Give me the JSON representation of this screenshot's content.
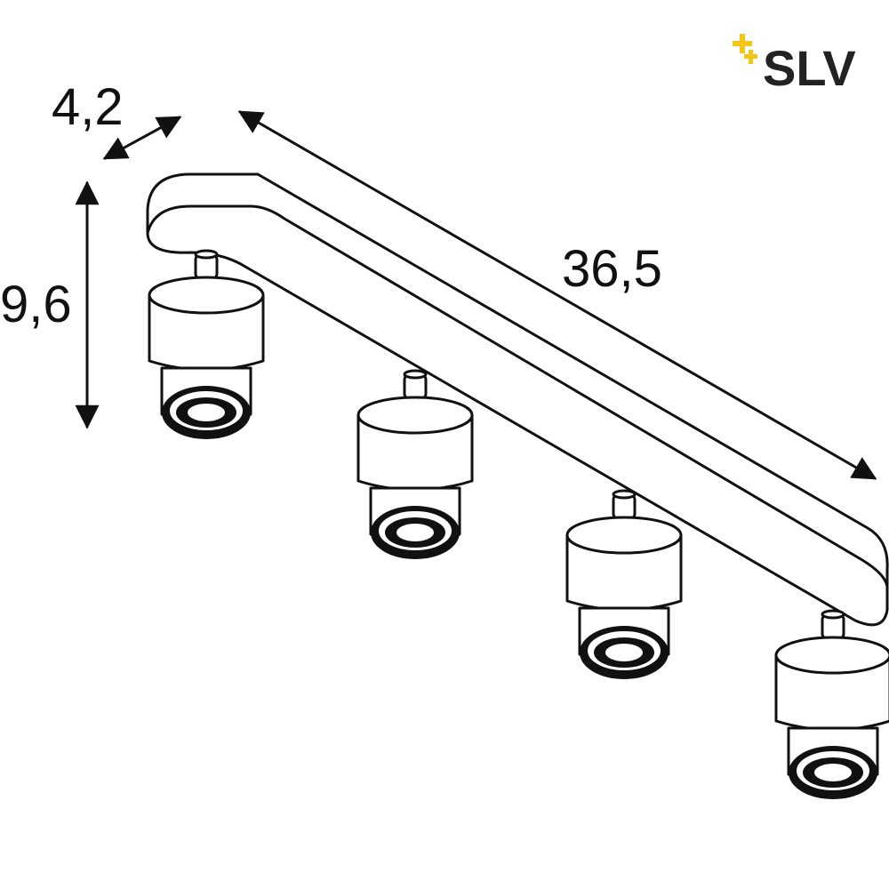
{
  "brand": {
    "name": "SLV",
    "accent_color": "#f5c518",
    "text_color": "#222222",
    "mark": "plus-sparkle-icon"
  },
  "dimensions": {
    "depth": "4,2",
    "height": "9,6",
    "length": "36,5"
  },
  "spotlights": {
    "count": 4
  },
  "colors": {
    "line": "#111111",
    "fill": "#ffffff"
  }
}
